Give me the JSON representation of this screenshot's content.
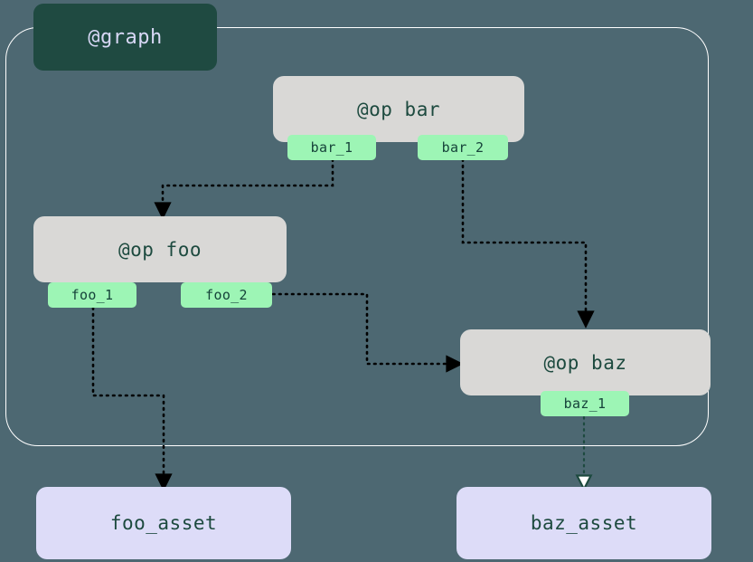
{
  "diagram": {
    "type": "dagster-op-graph",
    "background_color": "#4d6872"
  },
  "cluster": {
    "label": "@graph",
    "label_background": "#1f4a41",
    "label_text_color": "#d8d8f6",
    "border_color": "#ffffff"
  },
  "ops": [
    {
      "title": "@op bar",
      "fill": "#d9d8d6",
      "text_color": "#1d4a3f",
      "ports": [
        {
          "label": "bar_1",
          "fill": "#9df5b5"
        },
        {
          "label": "bar_2",
          "fill": "#9df5b5"
        }
      ]
    },
    {
      "title": "@op foo",
      "fill": "#d9d8d6",
      "text_color": "#1d4a3f",
      "ports": [
        {
          "label": "foo_1",
          "fill": "#9df5b5"
        },
        {
          "label": "foo_2",
          "fill": "#9df5b5"
        }
      ]
    },
    {
      "title": "@op baz",
      "fill": "#d9d8d6",
      "text_color": "#1d4a3f",
      "ports": [
        {
          "label": "baz_1",
          "fill": "#9df5b5"
        }
      ]
    }
  ],
  "assets": [
    {
      "label": "foo_asset",
      "fill": "#dddcf8",
      "text_color": "#1d4a3f"
    },
    {
      "label": "baz_asset",
      "fill": "#dddcf8",
      "text_color": "#1d4a3f"
    }
  ],
  "edges": [
    {
      "from": "bar_1",
      "to": "@op foo",
      "style": "dotted",
      "color": "#000000",
      "arrow": "filled"
    },
    {
      "from": "bar_2",
      "to": "@op baz",
      "style": "dotted",
      "color": "#000000",
      "arrow": "filled"
    },
    {
      "from": "foo_2",
      "to": "@op baz",
      "style": "dotted",
      "color": "#000000",
      "arrow": "filled"
    },
    {
      "from": "foo_1",
      "to": "foo_asset",
      "style": "dotted",
      "color": "#000000",
      "arrow": "filled"
    },
    {
      "from": "baz_1",
      "to": "baz_asset",
      "style": "dotted",
      "color": "#1d4a3f",
      "arrow": "hollow"
    }
  ]
}
